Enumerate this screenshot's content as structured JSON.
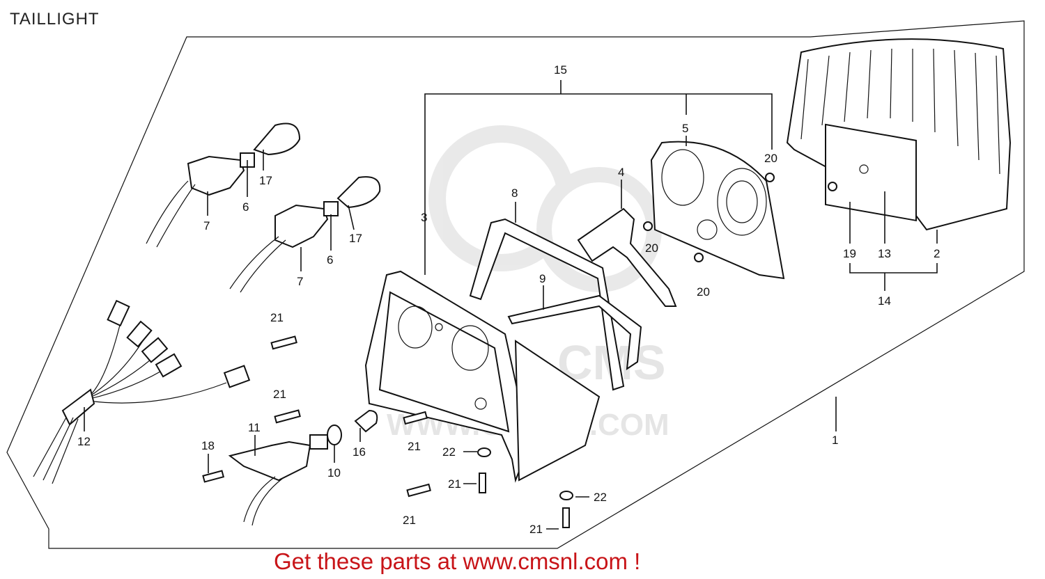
{
  "header": {
    "title": "TAILLIGHT"
  },
  "diagram": {
    "watermark_text": "WWW.CMSNL.COM",
    "watermark_logo": "CMS",
    "callouts": {
      "c1": "1",
      "c2": "2",
      "c3": "3",
      "c4": "4",
      "c5": "5",
      "c6a": "6",
      "c6b": "6",
      "c7a": "7",
      "c7b": "7",
      "c8": "8",
      "c9": "9",
      "c10": "10",
      "c11": "11",
      "c12": "12",
      "c13": "13",
      "c14": "14",
      "c15": "15",
      "c16": "16",
      "c17a": "17",
      "c17b": "17",
      "c18": "18",
      "c19": "19",
      "c20a": "20",
      "c20b": "20",
      "c20c": "20",
      "c21a": "21",
      "c21b": "21",
      "c21c": "21",
      "c21d": "21",
      "c21e": "21",
      "c21f": "21",
      "c22a": "22",
      "c22b": "22"
    }
  },
  "footer": {
    "link_text": "Get these parts at www.cmsnl.com !",
    "link_color": "#c81418"
  }
}
